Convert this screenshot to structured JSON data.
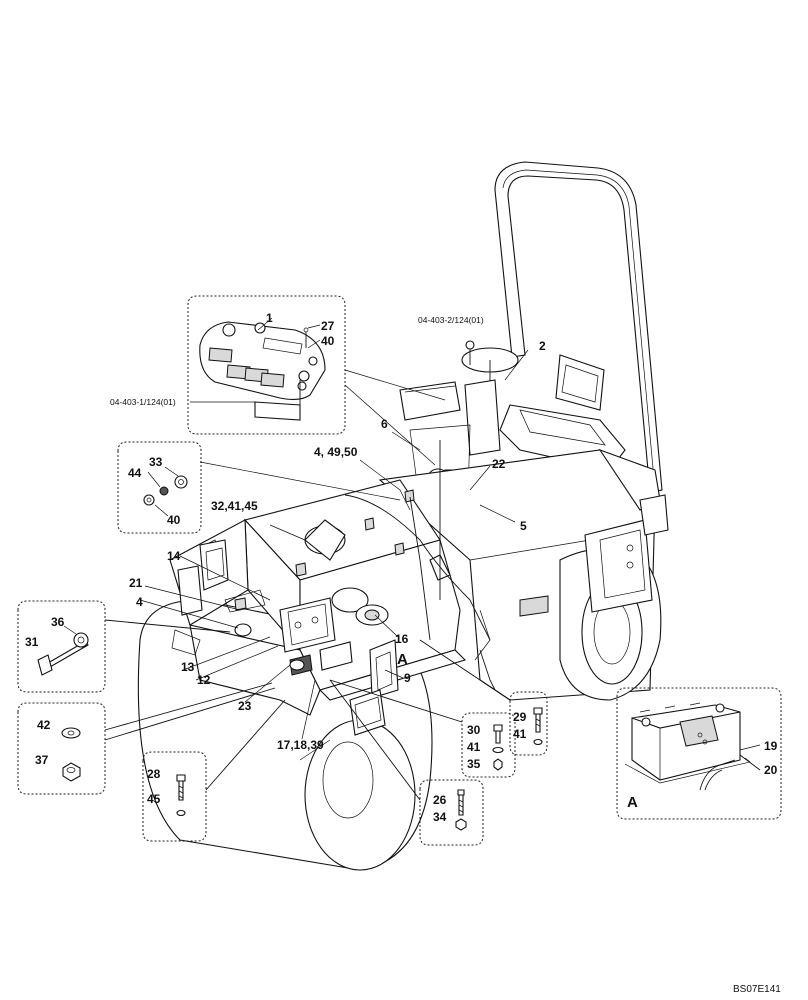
{
  "callouts": {
    "c1": "1",
    "c2": "2",
    "c4": "4",
    "c5": "5",
    "c6": "6",
    "c9": "9",
    "c12": "12",
    "c13": "13",
    "c14": "14",
    "c16": "16",
    "c19": "19",
    "c20": "20",
    "c21": "21",
    "c22": "22",
    "c23": "23",
    "c26": "26",
    "c27": "27",
    "c28": "28",
    "c29": "29",
    "c30": "30",
    "c31": "31",
    "c33": "33",
    "c34": "34",
    "c35": "35",
    "c36": "36",
    "c37": "37",
    "c40a": "40",
    "c40b": "40",
    "c41a": "41",
    "c41b": "41",
    "c42": "42",
    "c44": "44",
    "c45": "45",
    "c4_49_50": "4, 49,50",
    "c32_41_45": "32,41,45",
    "c17_18_39": "17,18,39"
  },
  "references": {
    "ref_panel": "04-403-1/124(01)",
    "ref_seat": "04-403-2/124(01)"
  },
  "detail_markers": {
    "marker_main": "A",
    "marker_battery": "A"
  },
  "drawing_code": "BS07E141"
}
